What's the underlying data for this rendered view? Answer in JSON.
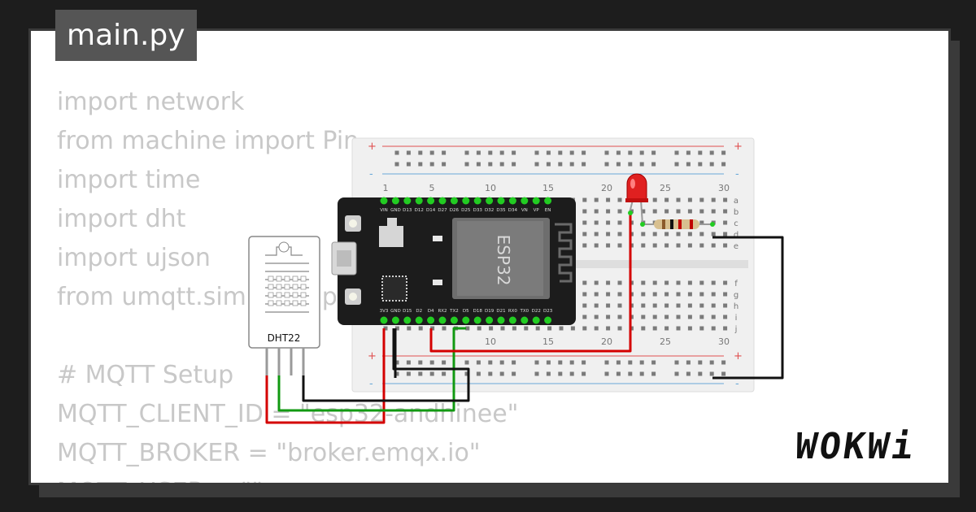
{
  "tab": {
    "filename": "main.py"
  },
  "code_lines": [
    "import network",
    "from machine import Pin",
    "import time",
    "import dht",
    "import ujson",
    "from umqtt.simple import MQTTClient",
    "",
    "# MQTT Setup",
    "MQTT_CLIENT_ID = \"esp32-andhinee\"",
    "MQTT_BROKER = \"broker.emqx.io\"",
    "MQTT_USER = \"\""
  ],
  "breadboard": {
    "column_numbers": [
      "1",
      "5",
      "10",
      "15",
      "20",
      "25",
      "30"
    ],
    "row_letters_top": [
      "a",
      "b",
      "c",
      "d",
      "e"
    ],
    "row_letters_bottom": [
      "f",
      "g",
      "h",
      "i",
      "j"
    ],
    "plus": "+",
    "minus": "-"
  },
  "esp32": {
    "chip_label": "ESP32",
    "top_pins": [
      "VIN",
      "GND",
      "D13",
      "D12",
      "D14",
      "D27",
      "D26",
      "D25",
      "D33",
      "D32",
      "D35",
      "D34",
      "VN",
      "VP",
      "EN"
    ],
    "bottom_pins": [
      "3V3",
      "GND",
      "D15",
      "D2",
      "D4",
      "RX2",
      "TX2",
      "D5",
      "D18",
      "D19",
      "D21",
      "RX0",
      "TX0",
      "D22",
      "D23"
    ]
  },
  "sensor": {
    "label": "DHT22"
  },
  "colors": {
    "wire_red": "#d40000",
    "wire_green": "#119911",
    "wire_black": "#111111",
    "board": "#1c1c1c",
    "breadboard": "#f1f1f1"
  },
  "brand": {
    "logo": "WOKWi"
  }
}
